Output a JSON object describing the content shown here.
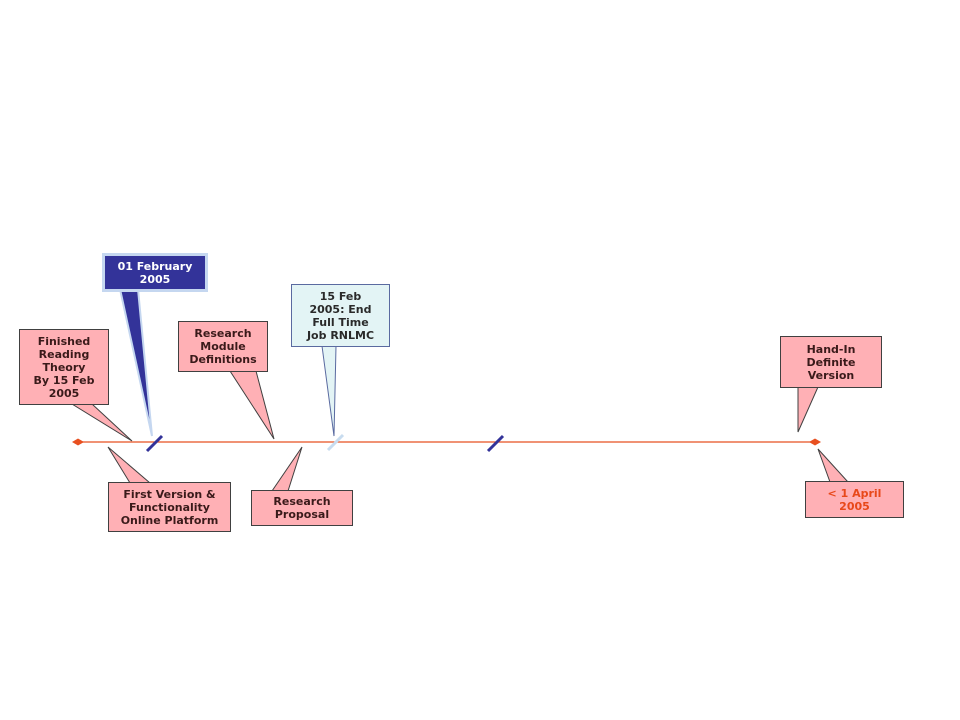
{
  "timeline": {
    "line_color": "#e85020",
    "tick_navy": "#333399",
    "tick_light": "#c8dcef"
  },
  "callouts": {
    "finished_reading": {
      "text": "Finished\nReading\nTheory\nBy 15 Feb\n2005"
    },
    "feb_01": {
      "text": "01 February\n2005"
    },
    "research_module": {
      "text": "Research\nModule\nDefinitions"
    },
    "feb_15": {
      "text": "15 Feb\n2005: End\nFull Time\nJob RNLMC"
    },
    "hand_in": {
      "text": "Hand-In\nDefinite\nVersion"
    },
    "first_version": {
      "text": "First Version &\nFunctionality\nOnline Platform"
    },
    "research_proposal": {
      "text": "Research\nProposal"
    },
    "april_01": {
      "text": "< 1 April\n2005"
    }
  },
  "colors": {
    "pink_fill": "#ffb0b5",
    "navy_fill": "#333399",
    "light_fill": "#e3f4f5",
    "accent_red": "#e8481a"
  }
}
